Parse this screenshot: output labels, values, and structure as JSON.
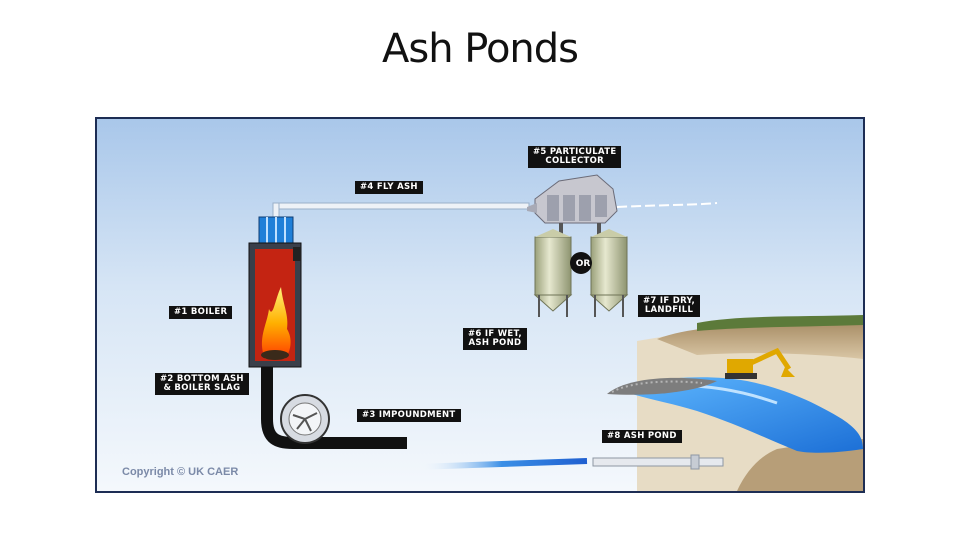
{
  "title": "Ash Ponds",
  "labels": {
    "fly_ash": "#4 FLY ASH",
    "particulate_line1": "#5 PARTICULATE",
    "particulate_line2": "COLLECTOR",
    "boiler": "#1 BOILER",
    "bottom_ash_line1": "#2 BOTTOM ASH",
    "bottom_ash_line2": "& BOILER SLAG",
    "impoundment": "#3 IMPOUNDMENT",
    "wet_line1": "#6 IF WET,",
    "wet_line2": "ASH POND",
    "dry_line1": "#7 IF DRY,",
    "dry_line2": "LANDFILL",
    "ash_pond": "#8 ASH POND",
    "or": "OR"
  },
  "copyright": "Copyright © UK CAER",
  "colors": {
    "frame": "#1d2d54",
    "label_bg": "#111111",
    "water": "#2f8fe0"
  }
}
